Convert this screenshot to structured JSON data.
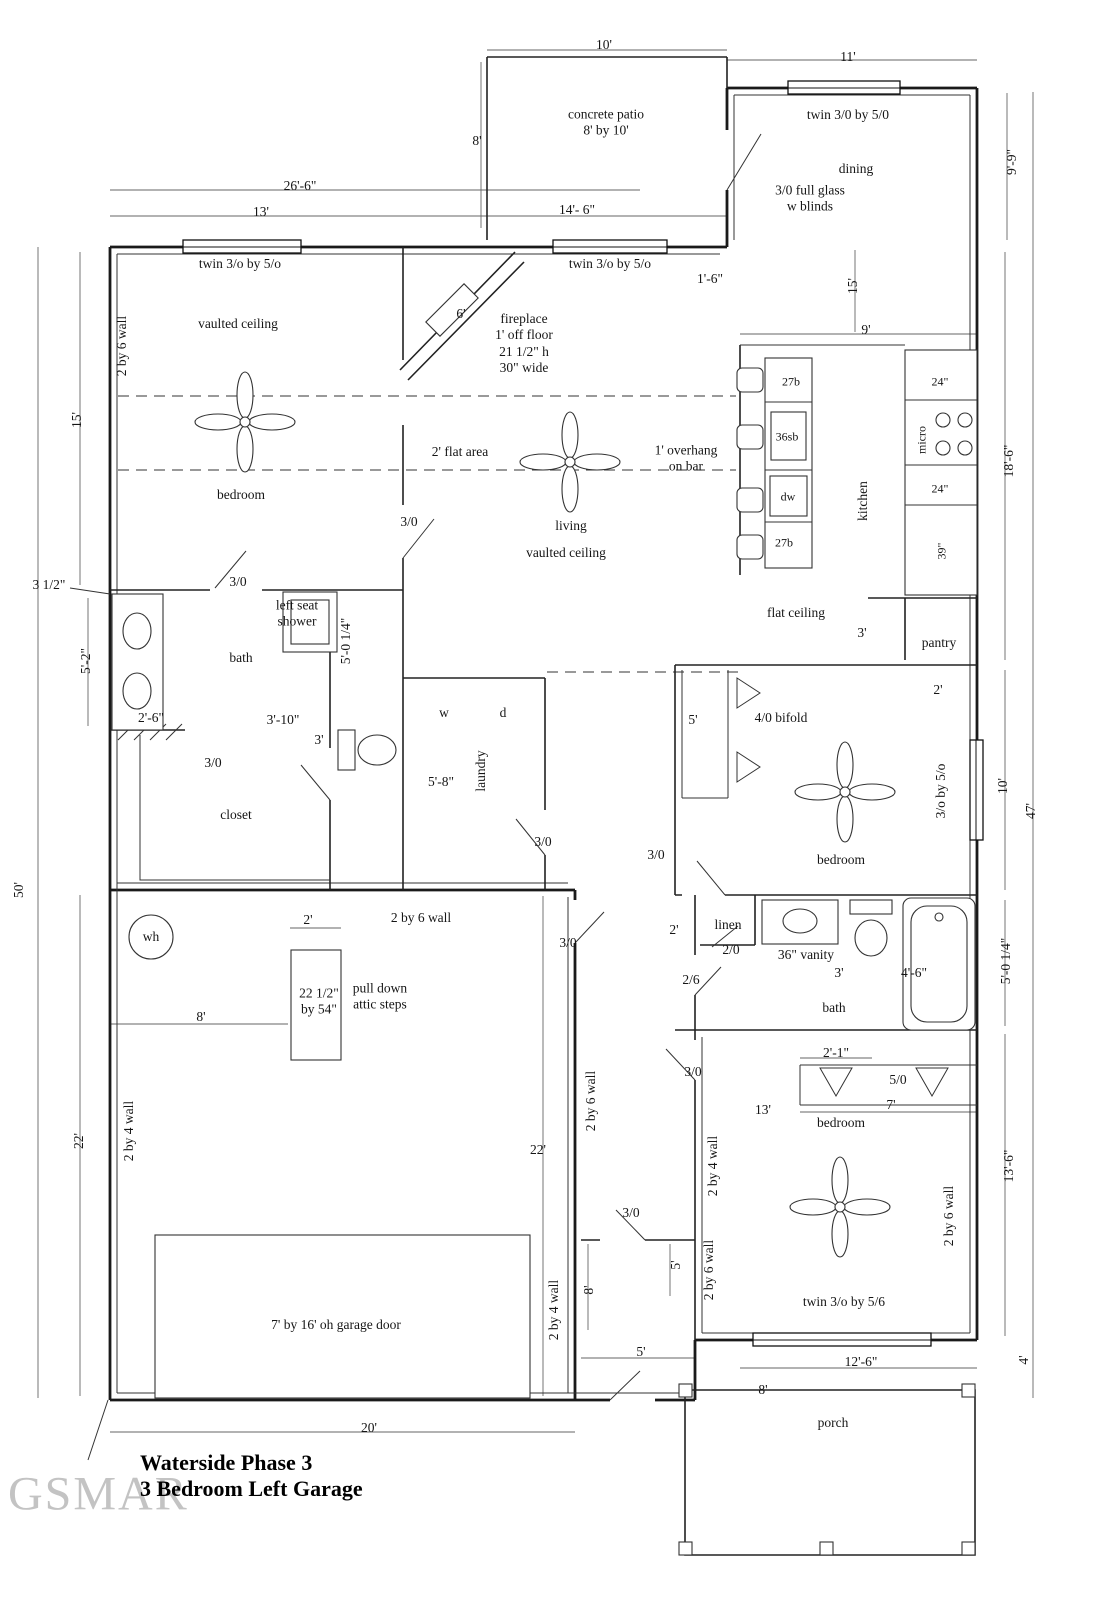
{
  "title": {
    "line1": "Waterside Phase 3",
    "line2": "3 Bedroom Left Garage",
    "watermark": "GSMAR"
  },
  "labels": {
    "dim_10": "10'",
    "dim_11": "11'",
    "patio": "concrete patio\n8' by 10'",
    "win_dining": "twin 3/0 by 5/0",
    "dining": "dining",
    "door_glass": "3/0 full glass\nw blinds",
    "dim_8_patio": "8'",
    "dim_9_9": "9'-9\"",
    "dim_26_6": "26'-6\"",
    "dim_13": "13'",
    "dim_14_6": "14'- 6\"",
    "win_bed1": "twin 3/o by 5/o",
    "win_living": "twin 3/o by 5/o",
    "dim_1_6": "1'-6\"",
    "vaulted1": "vaulted ceiling",
    "wall_2by6_a": "2 by 6 wall",
    "dim_6_fp": "6'",
    "fireplace": "fireplace\n1' off floor\n21 1/2\" h\n30\" wide",
    "dim_15_a": "15'",
    "dim_15_b": "15'",
    "dim_9_k": "9'",
    "cab_27b_1": "27b",
    "cab_24_1": "24\"",
    "cab_36sb": "36sb",
    "cab_micro": "micro",
    "flat_area": "2' flat area",
    "overhang": "1' overhang\non bar",
    "cab_dw": "dw",
    "cab_24_2": "24\"",
    "kitchen": "kitchen",
    "cab_27b_2": "27b",
    "cab_39": "39\"",
    "bedroom1": "bedroom",
    "living": "living",
    "vaulted2": "vaulted ceiling",
    "door_living": "3/0",
    "dim_3half": "3 1/2\"",
    "door_bath": "3/0",
    "shower": "left seat\nshower",
    "flat_ceiling": "flat ceiling",
    "dim_3_pan": "3'",
    "pantry": "pantry",
    "dim_5_0_a": "5'-0 1/4\"",
    "bath1": "bath",
    "dim_5_2": "5'-2\"",
    "dim_18_6": "18'-6\"",
    "dim_2_pan": "2'",
    "dim_2_6": "2'-6\"",
    "dim_3_10": "3'-10\"",
    "dim_3_t": "3'",
    "lab_w": "w",
    "lab_d": "d",
    "dim_5_cl": "5'",
    "bifold_4_0": "4/0 bifold",
    "door_closet": "3/0",
    "dim_5_8": "5'-8\"",
    "laundry": "laundry",
    "win_bed2": "3/o by 5/o",
    "dim_10_r": "10'",
    "dim_47": "47'",
    "closet1": "closet",
    "bedroom2": "bedroom",
    "door_hall_a": "3/0",
    "door_bed2": "3/0",
    "dim_50": "50'",
    "wh": "wh",
    "dim_2_at": "2'",
    "wall_2by6_b": "2 by 6 wall",
    "linen": "linen",
    "dim_2_li": "2'",
    "door_hall_b": "3/0",
    "door_2_0": "2/0",
    "vanity36": "36\" vanity",
    "door_2_6": "2/6",
    "dim_3_b2": "3'",
    "dim_4_6": "4'-6\"",
    "dim_5_0_b": "5'-0 1/4\"",
    "bath2": "bath",
    "attic_size": "22 1/2\"\nby 54\"",
    "attic_steps": "pull down\nattic steps",
    "dim_8_g": "8'",
    "dim_2_1": "2'-1\"",
    "door_bed3": "3/0",
    "bifold_5_0": "5/0",
    "dim_7": "7'",
    "bedroom3": "bedroom",
    "wall_2by4_a": "2 by 4 wall",
    "wall_2by6_c": "2 by 6 wall",
    "dim_13_b3": "13'",
    "dim_22_a": "22'",
    "dim_22_b": "22'",
    "wall_2by4_b": "2 by 4 wall",
    "wall_2by6_d": "2 by 6 wall",
    "dim_13_6": "13'-6\"",
    "door_bed3b": "3/0",
    "dim_5_h": "5'",
    "wall_2by6_e": "2 by 6 wall",
    "dim_8_h": "8'",
    "win_bed3": "twin 3/o by 5/6",
    "garage_door": "7' by 16' oh garage door",
    "wall_2by4_c": "2 by 4 wall",
    "dim_5_b": "5'",
    "dim_12_6": "12'-6\"",
    "dim_8_p": "8'",
    "porch": "porch",
    "dim_20": "20'",
    "dim_4_p": "4'"
  }
}
